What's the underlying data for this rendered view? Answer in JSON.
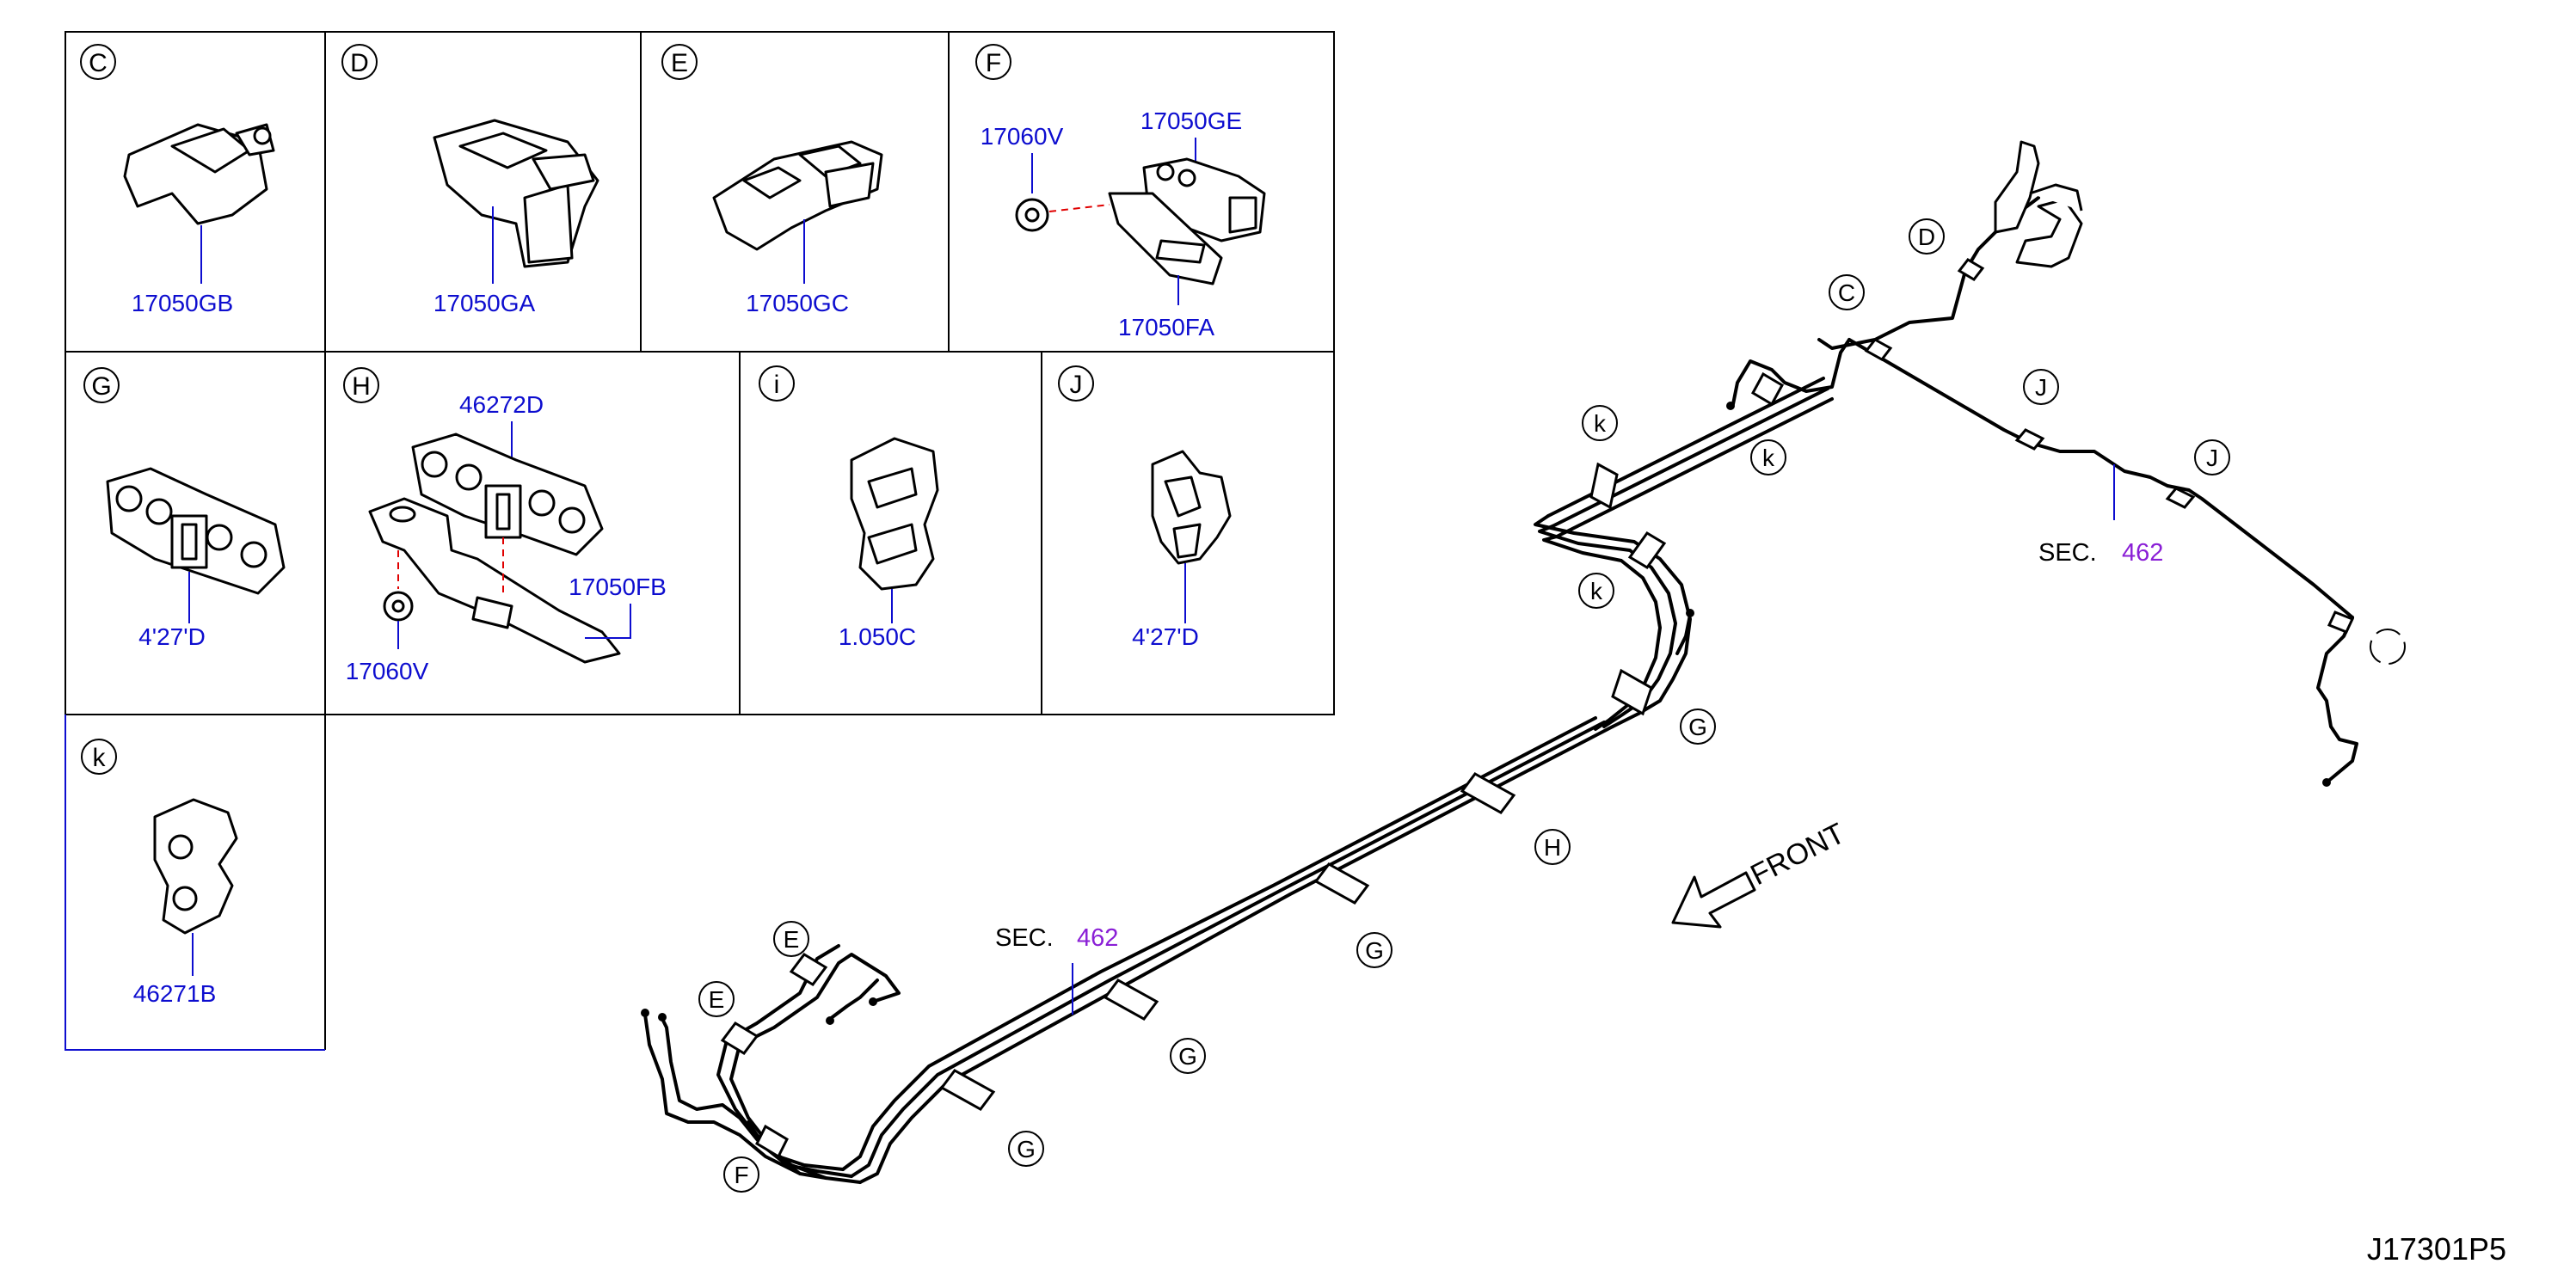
{
  "drawing_id": "J17301P5",
  "front_label": "FRONT",
  "detail_cells": [
    {
      "letter": "C",
      "parts": [
        "17050GB"
      ]
    },
    {
      "letter": "D",
      "parts": [
        "17050GA"
      ]
    },
    {
      "letter": "E",
      "parts": [
        "17050GC"
      ]
    },
    {
      "letter": "F",
      "parts": [
        "17060V",
        "17050GE",
        "17050FA"
      ]
    },
    {
      "letter": "G",
      "parts": [
        "4'27'D"
      ]
    },
    {
      "letter": "H",
      "parts": [
        "46272D",
        "17050FB",
        "17060V"
      ]
    },
    {
      "letter": "i",
      "parts": [
        "1.050C"
      ]
    },
    {
      "letter": "J",
      "parts": [
        "4'27'D"
      ]
    },
    {
      "letter": "k",
      "parts": [
        "46271B"
      ]
    }
  ],
  "section_refs": [
    {
      "label": "SEC.",
      "number": "462"
    },
    {
      "label": "SEC.",
      "number": "462"
    }
  ],
  "callouts": [
    "D",
    "C",
    "J",
    "J",
    "k",
    "k",
    "k",
    "G",
    "H",
    "G",
    "G",
    "G",
    "E",
    "E",
    "F"
  ]
}
